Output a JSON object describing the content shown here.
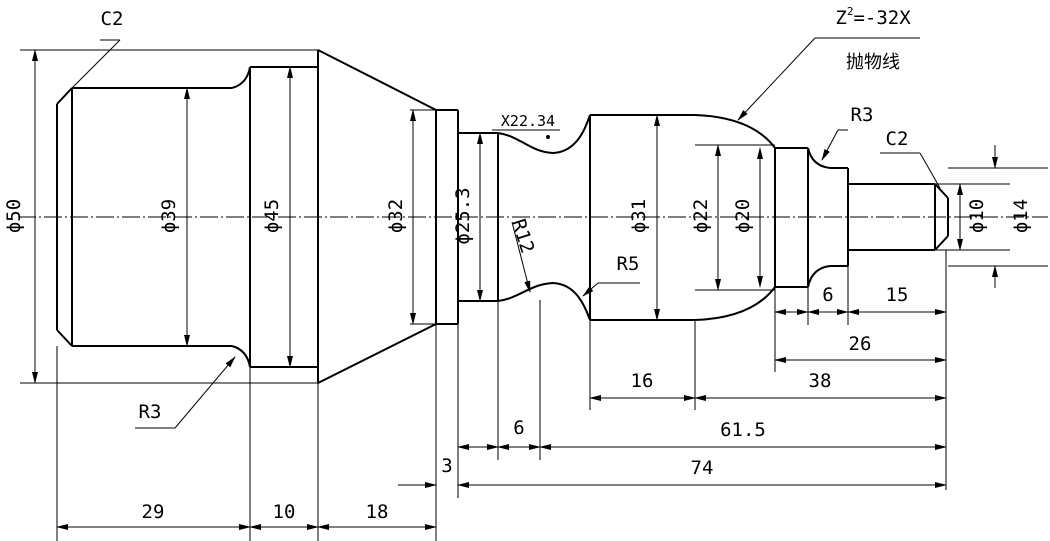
{
  "labels": {
    "c2_left": "C2",
    "c2_right": "C2",
    "r3_left": "R3",
    "r3_right": "R3",
    "r5": "R5",
    "r12": "R12",
    "x_note": "X22.34",
    "parabola_eq_base": "Z",
    "parabola_eq_exp": "2",
    "parabola_eq_rest": "=-32X",
    "parabola_cn": "抛物线"
  },
  "diameters": {
    "d50": "ϕ50",
    "d39": "ϕ39",
    "d45": "ϕ45",
    "d32": "ϕ32",
    "d25_3": "ϕ25.3",
    "d31": "ϕ31",
    "d22": "ϕ22",
    "d20": "ϕ20",
    "d10": "ϕ10",
    "d14": "ϕ14"
  },
  "lengths": {
    "l29": "29",
    "l10": "10",
    "l18": "18",
    "l3": "3",
    "l74": "74",
    "l6_left": "6",
    "l61_5": "61.5",
    "l16": "16",
    "l38": "38",
    "l26": "26",
    "l6_right": "6",
    "l15": "15"
  }
}
